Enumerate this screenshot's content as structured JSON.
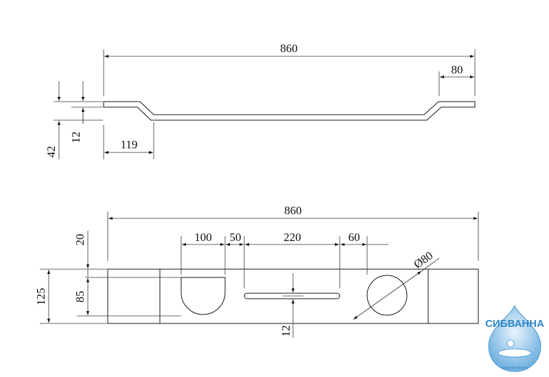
{
  "top_view": {
    "dim_overall": "860",
    "dim_end": "80",
    "dim_thickness": "12",
    "dim_height": "42",
    "dim_offset": "119"
  },
  "bottom_view": {
    "dim_overall": "860",
    "dim_notch_width": "100",
    "dim_gap": "50",
    "dim_slot_length": "220",
    "dim_gap_2": "60",
    "dim_hole_diameter": "Ø80",
    "dim_top_offset": "20",
    "dim_width": "125",
    "dim_notch_depth": "85",
    "dim_slot_width": "12"
  },
  "logo": {
    "name": "СИБВАННА",
    "url": "www.sibvanna.ru"
  }
}
